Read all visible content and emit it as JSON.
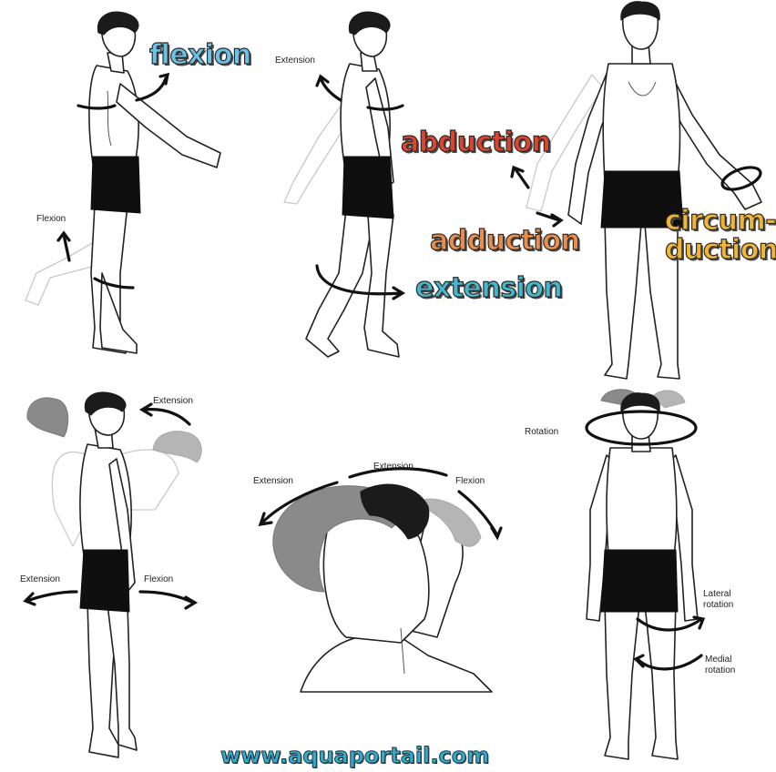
{
  "colors": {
    "flexion": "#6ec0e4",
    "extension": "#47b6cc",
    "abduction": "#d9452f",
    "adduction": "#e98d4a",
    "circumduction": "#f0b536",
    "url": "#35a9c6"
  },
  "labels": {
    "flexion_big": "flexion",
    "extension_big": "extension",
    "abduction_big": "abduction",
    "adduction_big": "adduction",
    "circum_line1": "circum-",
    "circum_line2": "duction",
    "leg_flexion": "Flexion",
    "arm_extension": "Extension",
    "trunk_extension": "Extension",
    "trunk_flexion": "Flexion",
    "back_extension": "Extension",
    "head_extension_left": "Extension",
    "head_extension_top": "Extension",
    "head_flexion": "Flexion",
    "rotation": "Rotation",
    "lateral_rotation_1": "Lateral",
    "lateral_rotation_2": "rotation",
    "medial_rotation_1": "Medial",
    "medial_rotation_2": "rotation"
  },
  "watermark": "www.aquaportail.com"
}
